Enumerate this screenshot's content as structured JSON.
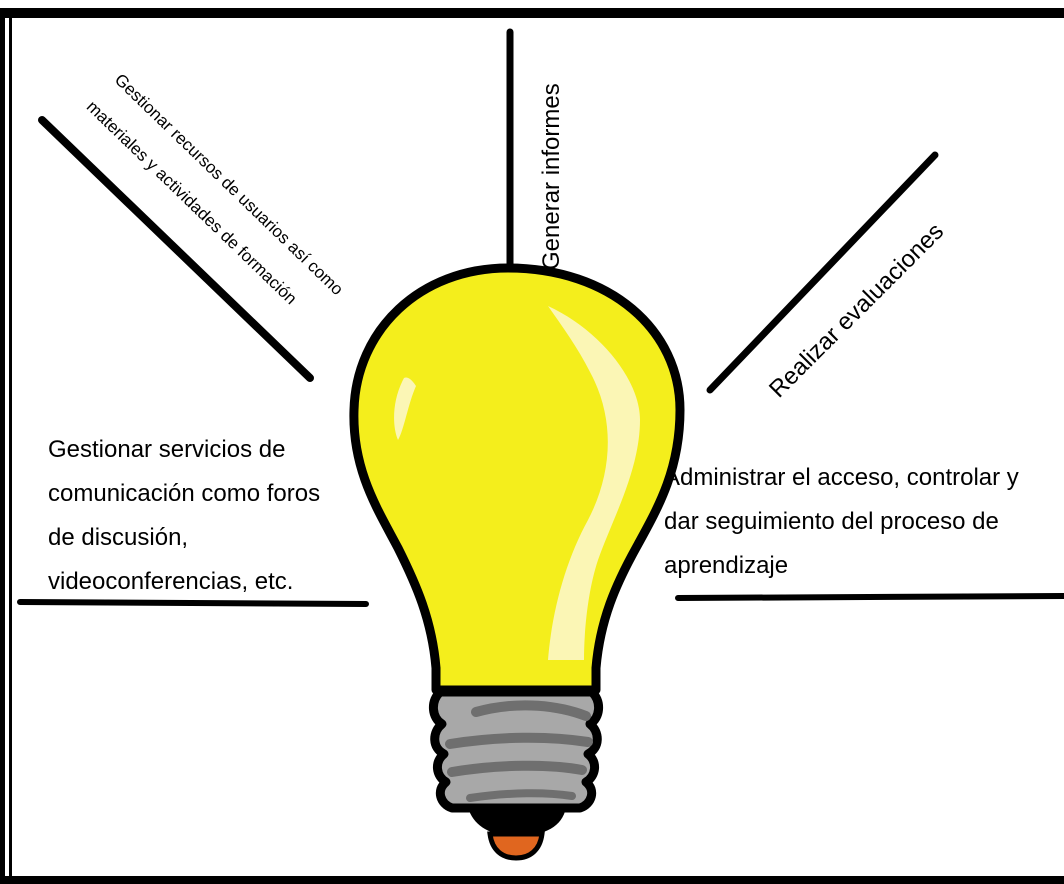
{
  "diagram": {
    "labels": {
      "generar_informes": "Generar informes",
      "gestionar_recursos_line1": "Gestionar recursos de usuarios así como",
      "gestionar_recursos_line2": "materiales y actividades de formación",
      "realizar_evaluaciones": "Realizar evaluaciones",
      "gestionar_servicios_lines": [
        "Gestionar servicios de",
        "comunicación como foros",
        "de discusión,",
        "videoconferencias, etc."
      ],
      "administrar_lines": [
        "Administrar el acceso, controlar y",
        "dar seguimiento del proceso de",
        "aprendizaje"
      ]
    },
    "colors": {
      "bulb_glass": "#f4ee1c",
      "bulb_highlight": "#fbf6b5",
      "bulb_outline": "#000000",
      "socket": "#a8a8a8",
      "socket_dark": "#6f6f6f",
      "tip": "#e0661f",
      "lines": "#000000"
    },
    "icons": [
      "lightbulb-icon"
    ]
  }
}
